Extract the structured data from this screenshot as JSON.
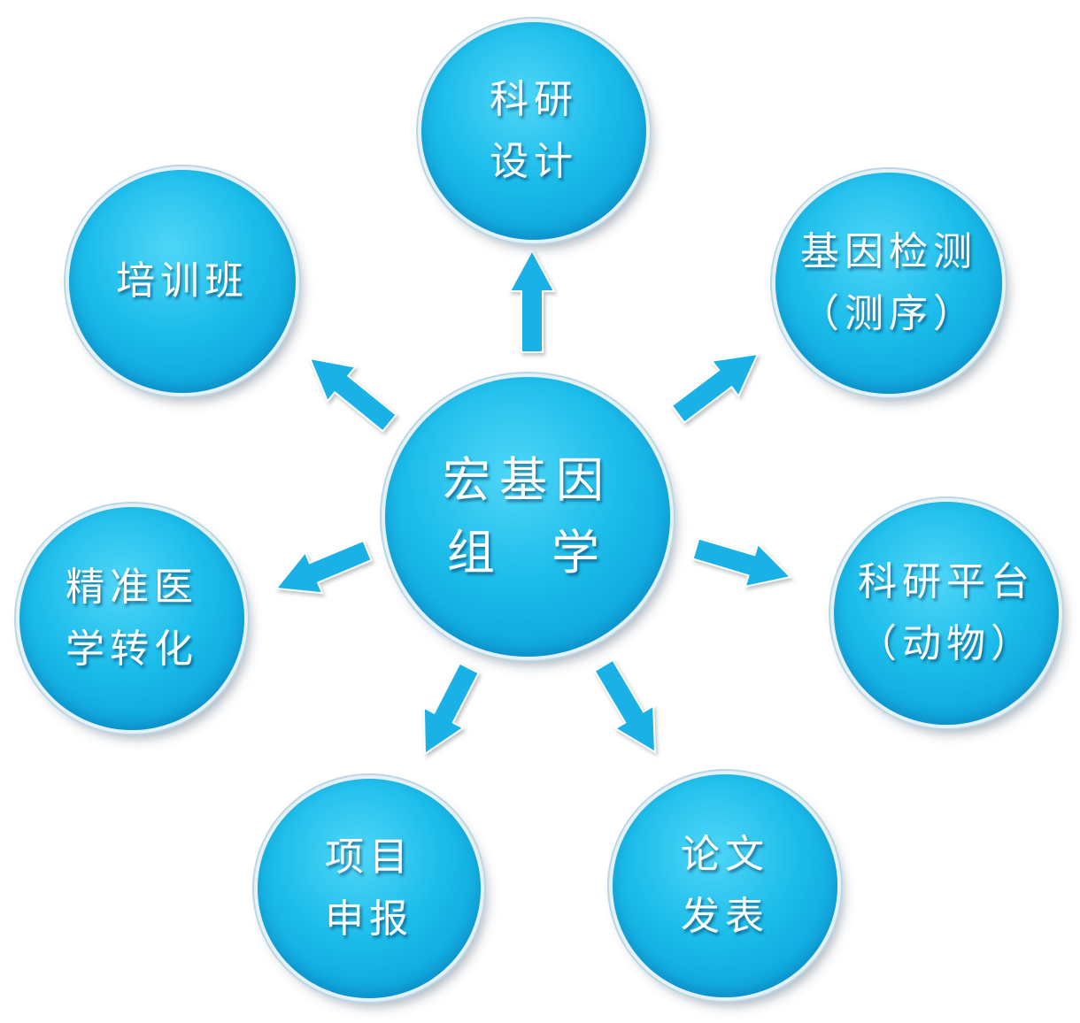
{
  "diagram": {
    "colors": {
      "node_fill": "#13b3e6",
      "node_ring": "#d7e8f1",
      "arrow_fill": "#19b1e6",
      "text": "#ffffff"
    },
    "center": {
      "line1": "宏基因",
      "line2": "组  学"
    },
    "nodes": {
      "research_design": {
        "line1": "科研",
        "line2": "设计"
      },
      "gene_testing": {
        "line1": "基因检测",
        "line2": "（测序）"
      },
      "research_platform": {
        "line1": "科研平台",
        "line2": "（动物）"
      },
      "paper_publication": {
        "line1": "论文",
        "line2": "发表"
      },
      "project_application": {
        "line1": "项目",
        "line2": "申报"
      },
      "precision_medicine": {
        "line1": "精准医",
        "line2": "学转化"
      },
      "training": {
        "line1": "培训班"
      }
    }
  }
}
